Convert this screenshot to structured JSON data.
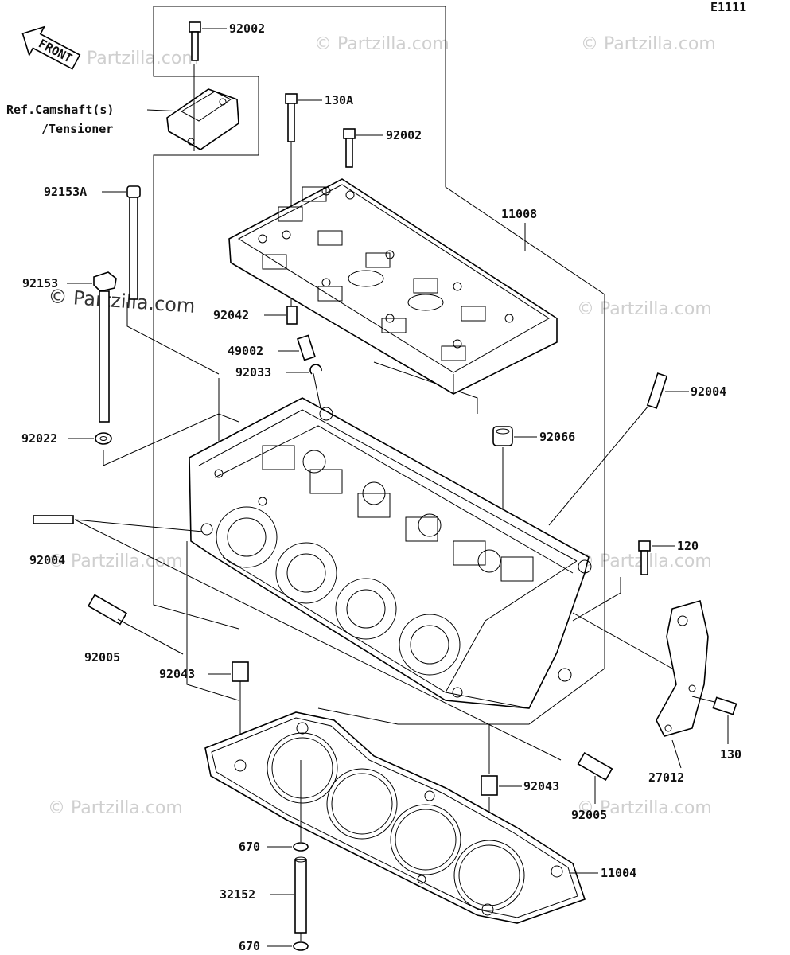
{
  "diagram_code": "E1111",
  "front_arrow_text": "FRONT",
  "ref_label_line1": "Ref.Camshaft(s)",
  "ref_label_line2": "/Tensioner",
  "watermark_text": "© Partzilla.com",
  "part_labels": {
    "p92002_top": "92002",
    "p130A": "130A",
    "p92002_mid": "92002",
    "p92153A": "92153A",
    "p11008": "11008",
    "p92153": "92153",
    "p92042": "92042",
    "p49002": "49002",
    "p92033": "92033",
    "p92004_right": "92004",
    "p92022": "92022",
    "p92066": "92066",
    "p92004_left": "92004",
    "p120": "120",
    "p92005_left": "92005",
    "p92043_left": "92043",
    "p130": "130",
    "p27012": "27012",
    "p92043_right": "92043",
    "p92005_right": "92005",
    "p670_top": "670",
    "p11004": "11004",
    "p32152": "32152",
    "p670_bottom": "670"
  },
  "icons": [
    "front-arrow-icon",
    "camshaft-cap-icon",
    "cylinder-head-icon",
    "head-cover-holder-icon",
    "head-gasket-icon",
    "bracket-icon"
  ]
}
